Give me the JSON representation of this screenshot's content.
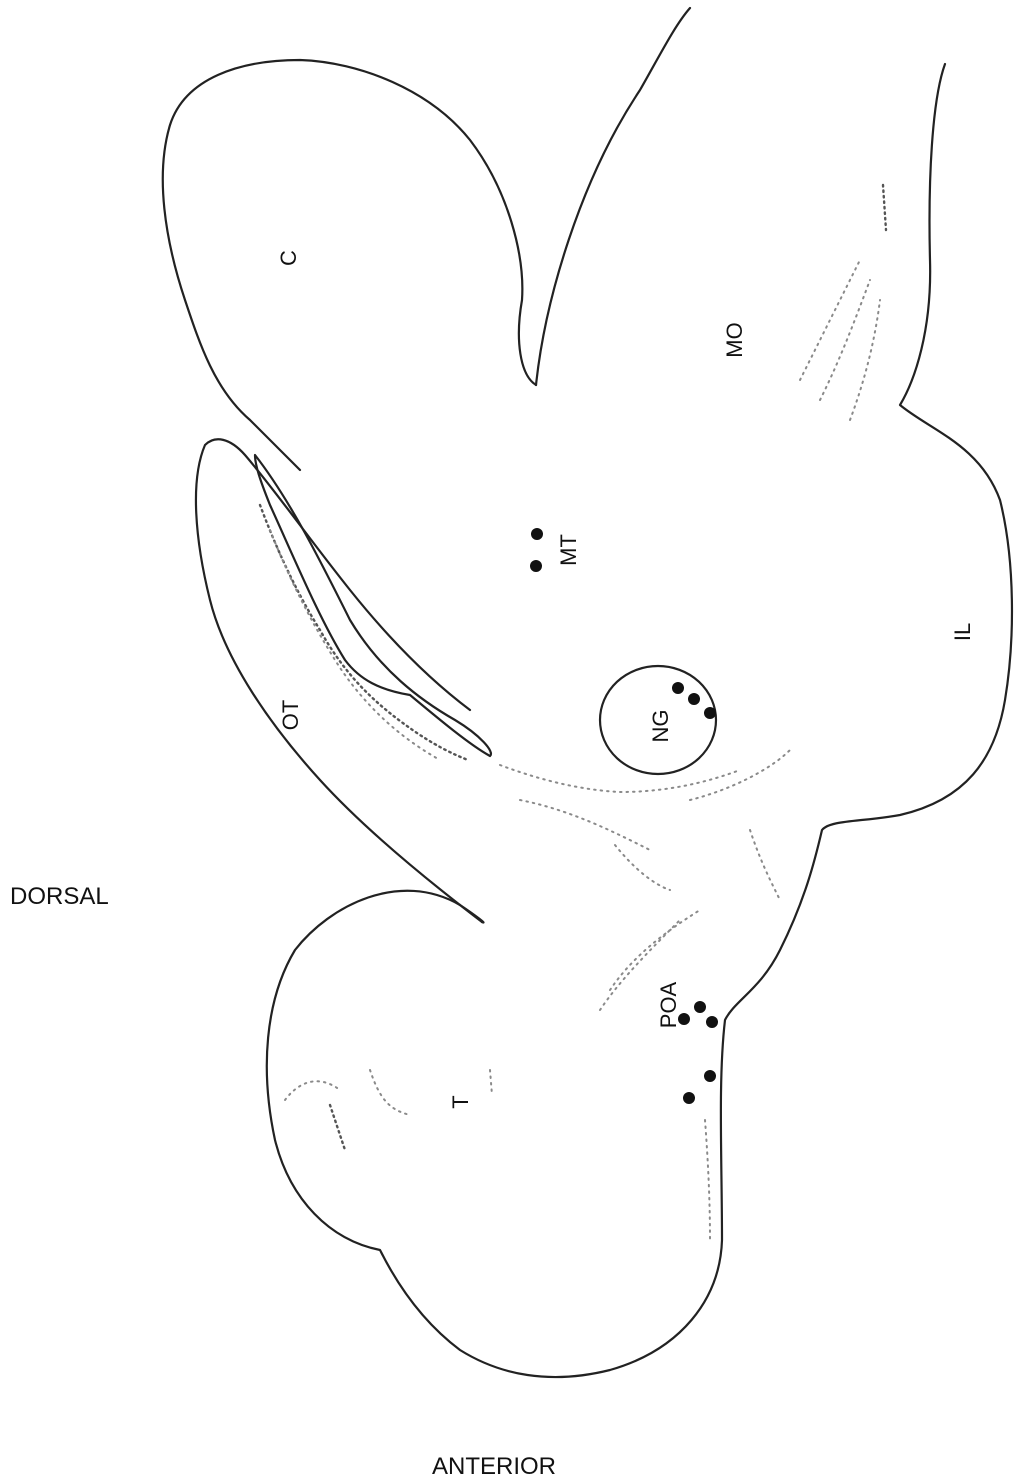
{
  "orientation": {
    "dorsal": "DORSAL",
    "anterior": "ANTERIOR"
  },
  "regions": {
    "c": "C",
    "mo": "MO",
    "mt": "MT",
    "ot": "OT",
    "ng": "NG",
    "il": "IL",
    "poa": "POA",
    "t": "T"
  },
  "marker_color": "#111111",
  "marker_counts": {
    "mt": 2,
    "ng": 3,
    "poa": 5
  }
}
